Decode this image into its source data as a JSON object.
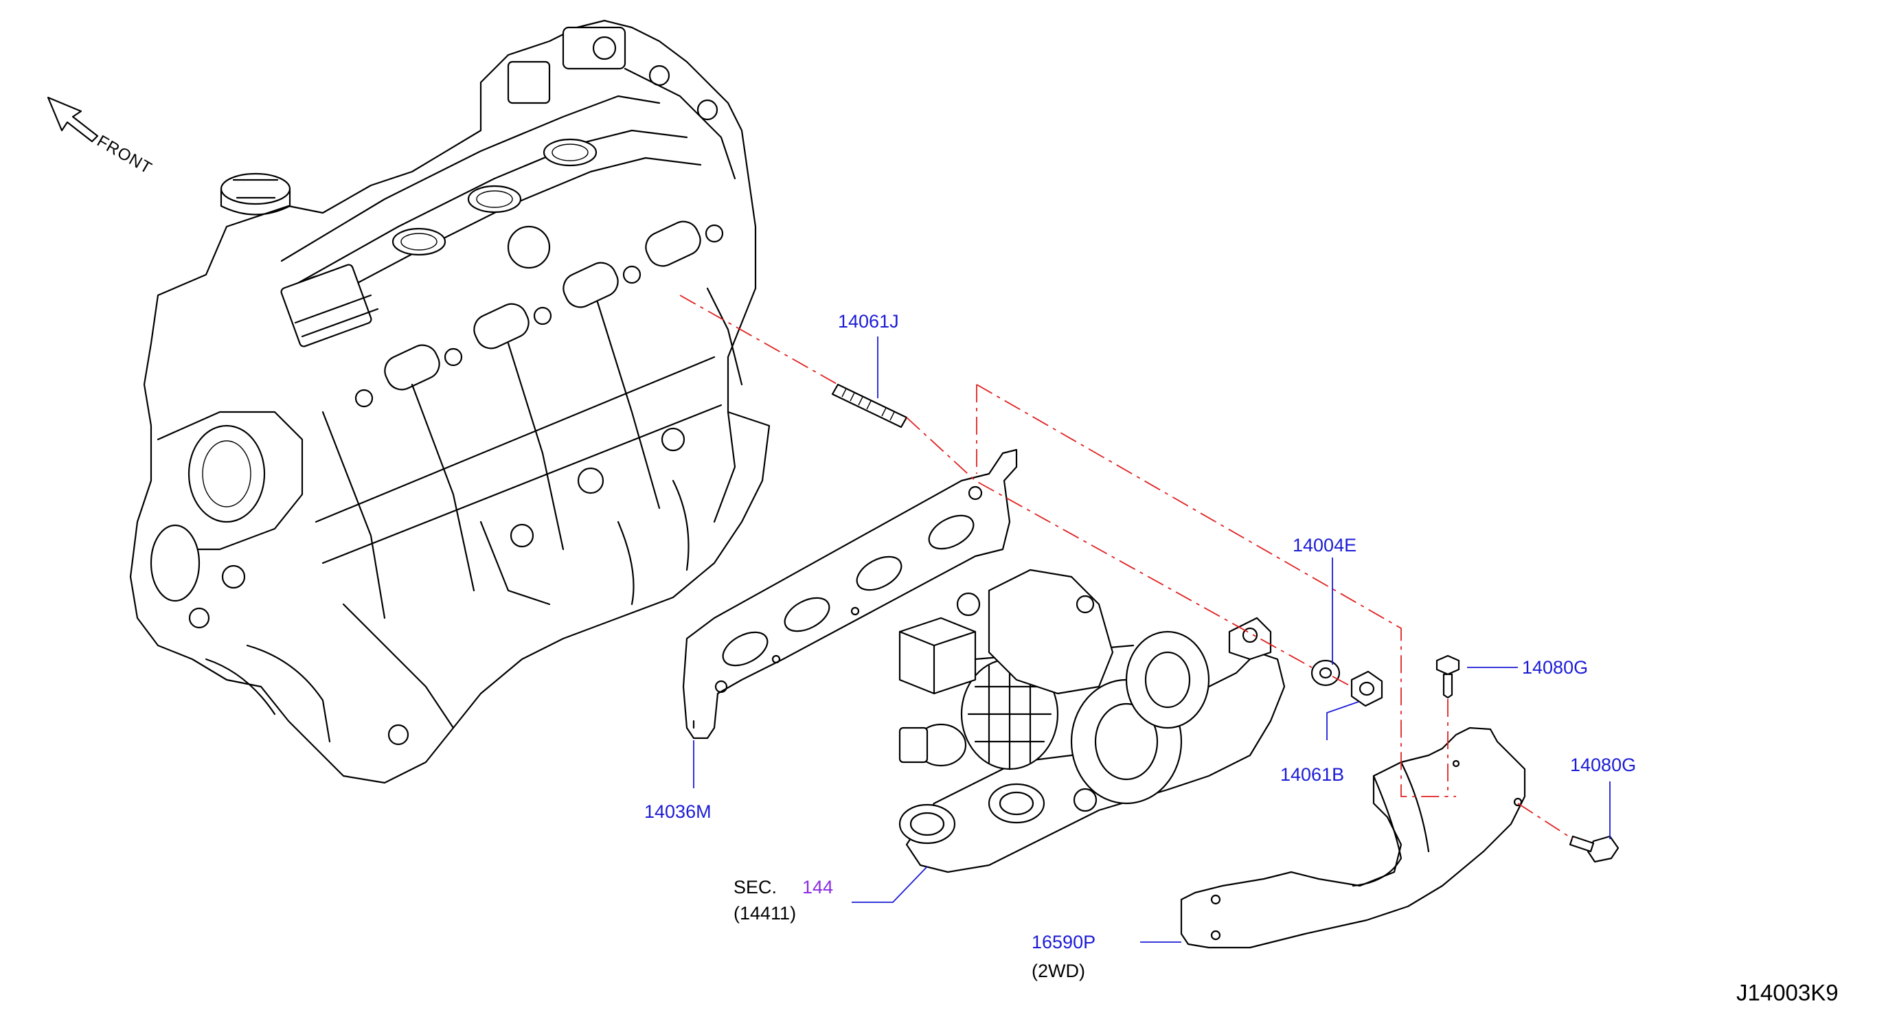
{
  "direction": {
    "label": "FRONT"
  },
  "parts": {
    "p14061J": "14061J",
    "p14004E": "14004E",
    "p14080G_top": "14080G",
    "p14080G_bottom": "14080G",
    "p14061B": "14061B",
    "p14036M": "14036M",
    "p16590P": "16590P",
    "p16590P_note": "(2WD)"
  },
  "section_ref": {
    "prefix": "SEC.",
    "number": "144",
    "sub": "(14411)"
  },
  "diagram_code": "J14003K9",
  "colors": {
    "part_label": "#1b1bd6",
    "section_link": "#8a2be2",
    "centerline": "#e02020",
    "line_art": "#000000"
  }
}
